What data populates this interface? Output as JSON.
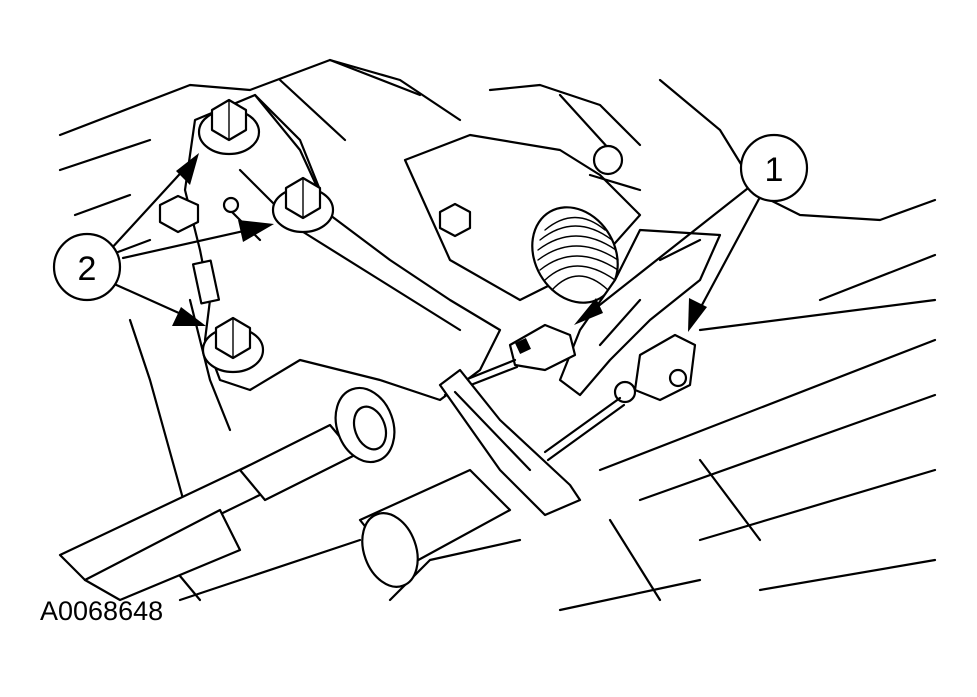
{
  "figure": {
    "id_label": "A0068648"
  },
  "callouts": [
    {
      "label": "1",
      "arrow_count": 2
    },
    {
      "label": "2",
      "arrow_count": 3
    }
  ],
  "colors": {
    "line": "#000000",
    "background": "#ffffff"
  }
}
